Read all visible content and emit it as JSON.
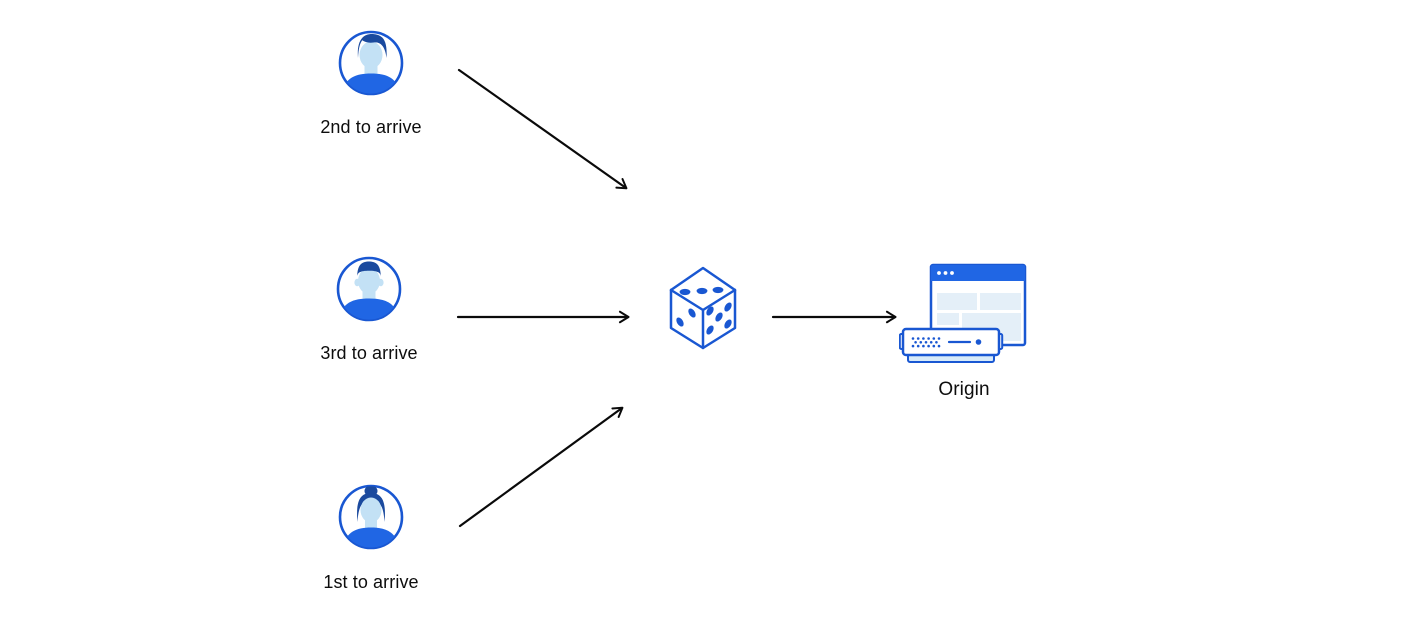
{
  "diagram": {
    "clients": [
      {
        "label": "2nd to arrive",
        "icon": "user-avatar-male-swoosh-hair-icon"
      },
      {
        "label": "3rd to arrive",
        "icon": "user-avatar-male-flat-hair-icon"
      },
      {
        "label": "1st to arrive",
        "icon": "user-avatar-female-bun-hair-icon"
      }
    ],
    "random_selector": {
      "icon": "dice-icon"
    },
    "origin": {
      "label": "Origin",
      "icon": "origin-server-browser-icon"
    },
    "arrows": [
      {
        "name": "arrow-client-2nd-to-dice",
        "direction": "diagonal-down-right"
      },
      {
        "name": "arrow-client-3rd-to-dice",
        "direction": "horizontal-right"
      },
      {
        "name": "arrow-client-1st-to-dice",
        "direction": "diagonal-up-right"
      },
      {
        "name": "arrow-dice-to-origin",
        "direction": "horizontal-right"
      }
    ]
  },
  "colors": {
    "bg": "#ffffff",
    "text": "#0d0d0d",
    "arrow_black": "#0a0a0a",
    "blue_stroke": "#1957d2",
    "blue_fill": "#2066e4",
    "blue_dark": "#1b4a9e",
    "blue_face": "#c3e1f5",
    "blue_pale": "#e4eff8",
    "blue_base": "#d7eaf9"
  }
}
